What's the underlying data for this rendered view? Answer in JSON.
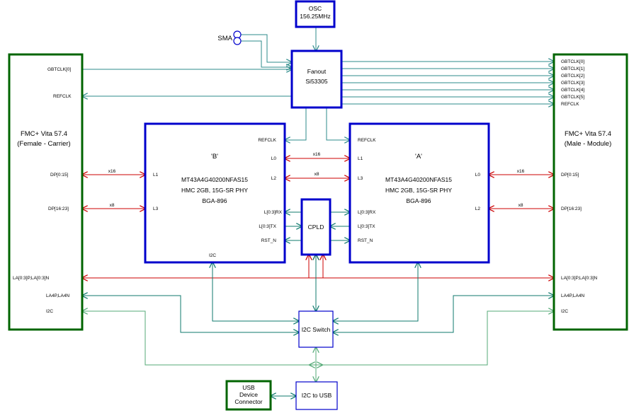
{
  "colors": {
    "block_border": "#0000cc",
    "connector_border": "#006400",
    "clock_line": "#2e8b8b",
    "highspeed_line": "#cc0000",
    "lvds_line": "#0f7a6e",
    "i2c_line": "#55aa77"
  },
  "osc": {
    "line1": "OSC",
    "line2": "156.25MHz"
  },
  "sma": {
    "label": "SMA"
  },
  "fanout": {
    "line1": "Fanout",
    "line2": "Si53305"
  },
  "fmc_left": {
    "title1": "FMC+ Vita 57.4",
    "title2": "(Female - Carrier)",
    "pins": [
      "GBTCLK[0]",
      "REFCLK",
      "DP[0:15]",
      "DP[16:23]",
      "LA[0:3]P,LA[0:3]N",
      "LA4P,LA4N",
      "I2C"
    ]
  },
  "fmc_right": {
    "title1": "FMC+ Vita 57.4",
    "title2": "(Male - Module)",
    "gbtclk": [
      "GBTCLK[0]",
      "GBTCLK[1]",
      "GBTCLK[2]",
      "GBTCLK[3]",
      "GBTCLK[4]",
      "GBTCLK[5]"
    ],
    "pins": [
      "REFCLK",
      "DP[0:15]",
      "DP[16:23]",
      "LA[0:3]P,LA[0:3]N",
      "LA4P,LA4N",
      "I2C"
    ]
  },
  "hmc_b": {
    "name": "'B'",
    "part": "MT43A4G40200NFAS15",
    "desc": "HMC 2GB, 15G-SR PHY",
    "pkg": "BGA-896",
    "pins": [
      "REFCLK",
      "L0",
      "L2",
      "L1",
      "L3",
      "L[0:3]RX",
      "L[0:3]TX",
      "RST_N",
      "I2C"
    ]
  },
  "hmc_a": {
    "name": "'A'",
    "part": "MT43A4G40200NFAS15",
    "desc": "HMC 2GB, 15G-SR PHY",
    "pkg": "BGA-896",
    "pins": [
      "REFCLK",
      "L1",
      "L3",
      "L0",
      "L2",
      "L[0:3]RX",
      "L[0:3]TX",
      "RST_N"
    ]
  },
  "cpld": {
    "label": "CPLD"
  },
  "i2c_switch": {
    "label": "I2C Switch"
  },
  "i2c_usb": {
    "label": "I2C to USB"
  },
  "usb_conn": {
    "line1": "USB",
    "line2": "Device",
    "line3": "Connector"
  },
  "widths": {
    "x16": "x16",
    "x8": "x8"
  }
}
